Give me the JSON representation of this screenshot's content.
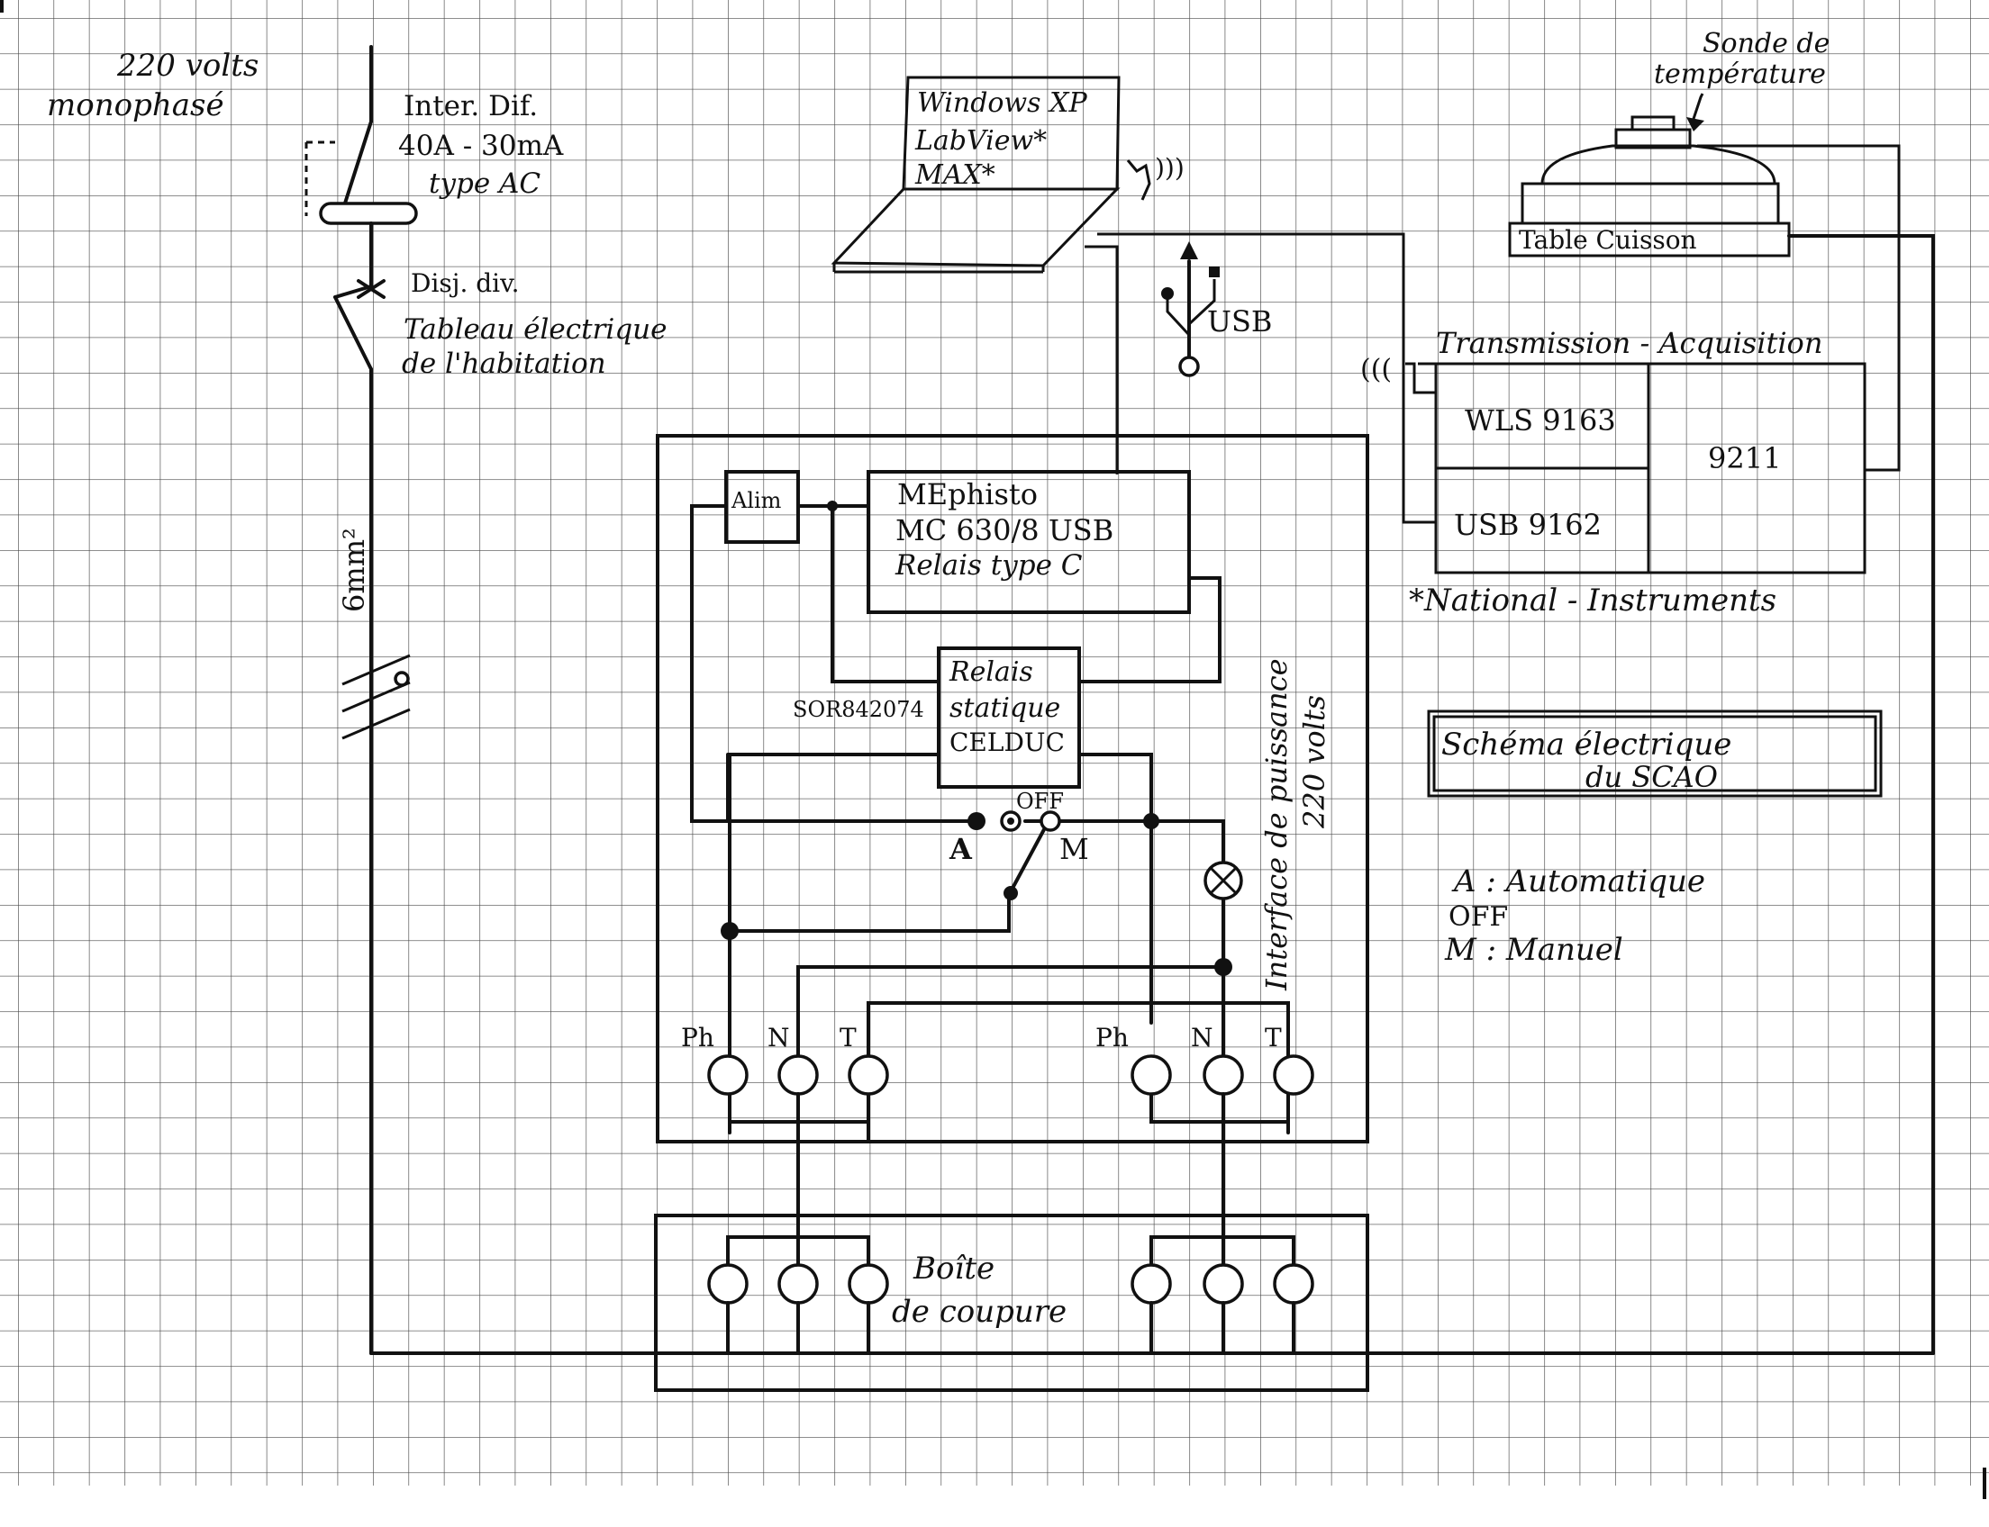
{
  "supply": {
    "line1": "220 volts",
    "line2": "monophasé"
  },
  "breaker": {
    "line1": "Inter. Dif.",
    "line2": "40A - 30mA",
    "line3": "type AC"
  },
  "disjoncteur": {
    "line1": "Disj. div.",
    "line2": "Tableau électrique",
    "line3": "de l'habitation"
  },
  "cable_section": "6mm²",
  "laptop": {
    "line1": "Windows XP",
    "line2": "LabView*",
    "line3": "MAX*"
  },
  "usb_label": "USB",
  "probe": {
    "line1": "Sonde de",
    "line2": "température"
  },
  "hotplate_label": "Table Cuisson",
  "acquisition": {
    "title": "Transmission - Acquisition",
    "module_top": "WLS 9163",
    "module_bottom": "USB 9162",
    "module_right": "9211",
    "footnote": "*National - Instruments"
  },
  "interface_label": {
    "line1": "Interface de puissance",
    "line2": "220 volts"
  },
  "alim_label": "Alim",
  "mephisto": {
    "line1": "MEphisto",
    "line2": "MC 630/8 USB",
    "line3": "Relais type C"
  },
  "static_relay": {
    "line1": "Relais",
    "line2": "statique",
    "line3": "CELDUC",
    "ref": "SOR842074"
  },
  "switch": {
    "pos_a": "A",
    "pos_off": "OFF",
    "pos_m": "M"
  },
  "socket_labels_left": [
    "Ph",
    "N",
    "T"
  ],
  "socket_labels_right": [
    "Ph",
    "N",
    "T"
  ],
  "cutoff_box": {
    "line1": "Boîte",
    "line2": "de coupure"
  },
  "diagram_title": {
    "line1": "Schéma électrique",
    "line2": "du SCAO"
  },
  "legend": {
    "line1": "A : Automatique",
    "line2": "OFF",
    "line3": "M : Manuel"
  }
}
